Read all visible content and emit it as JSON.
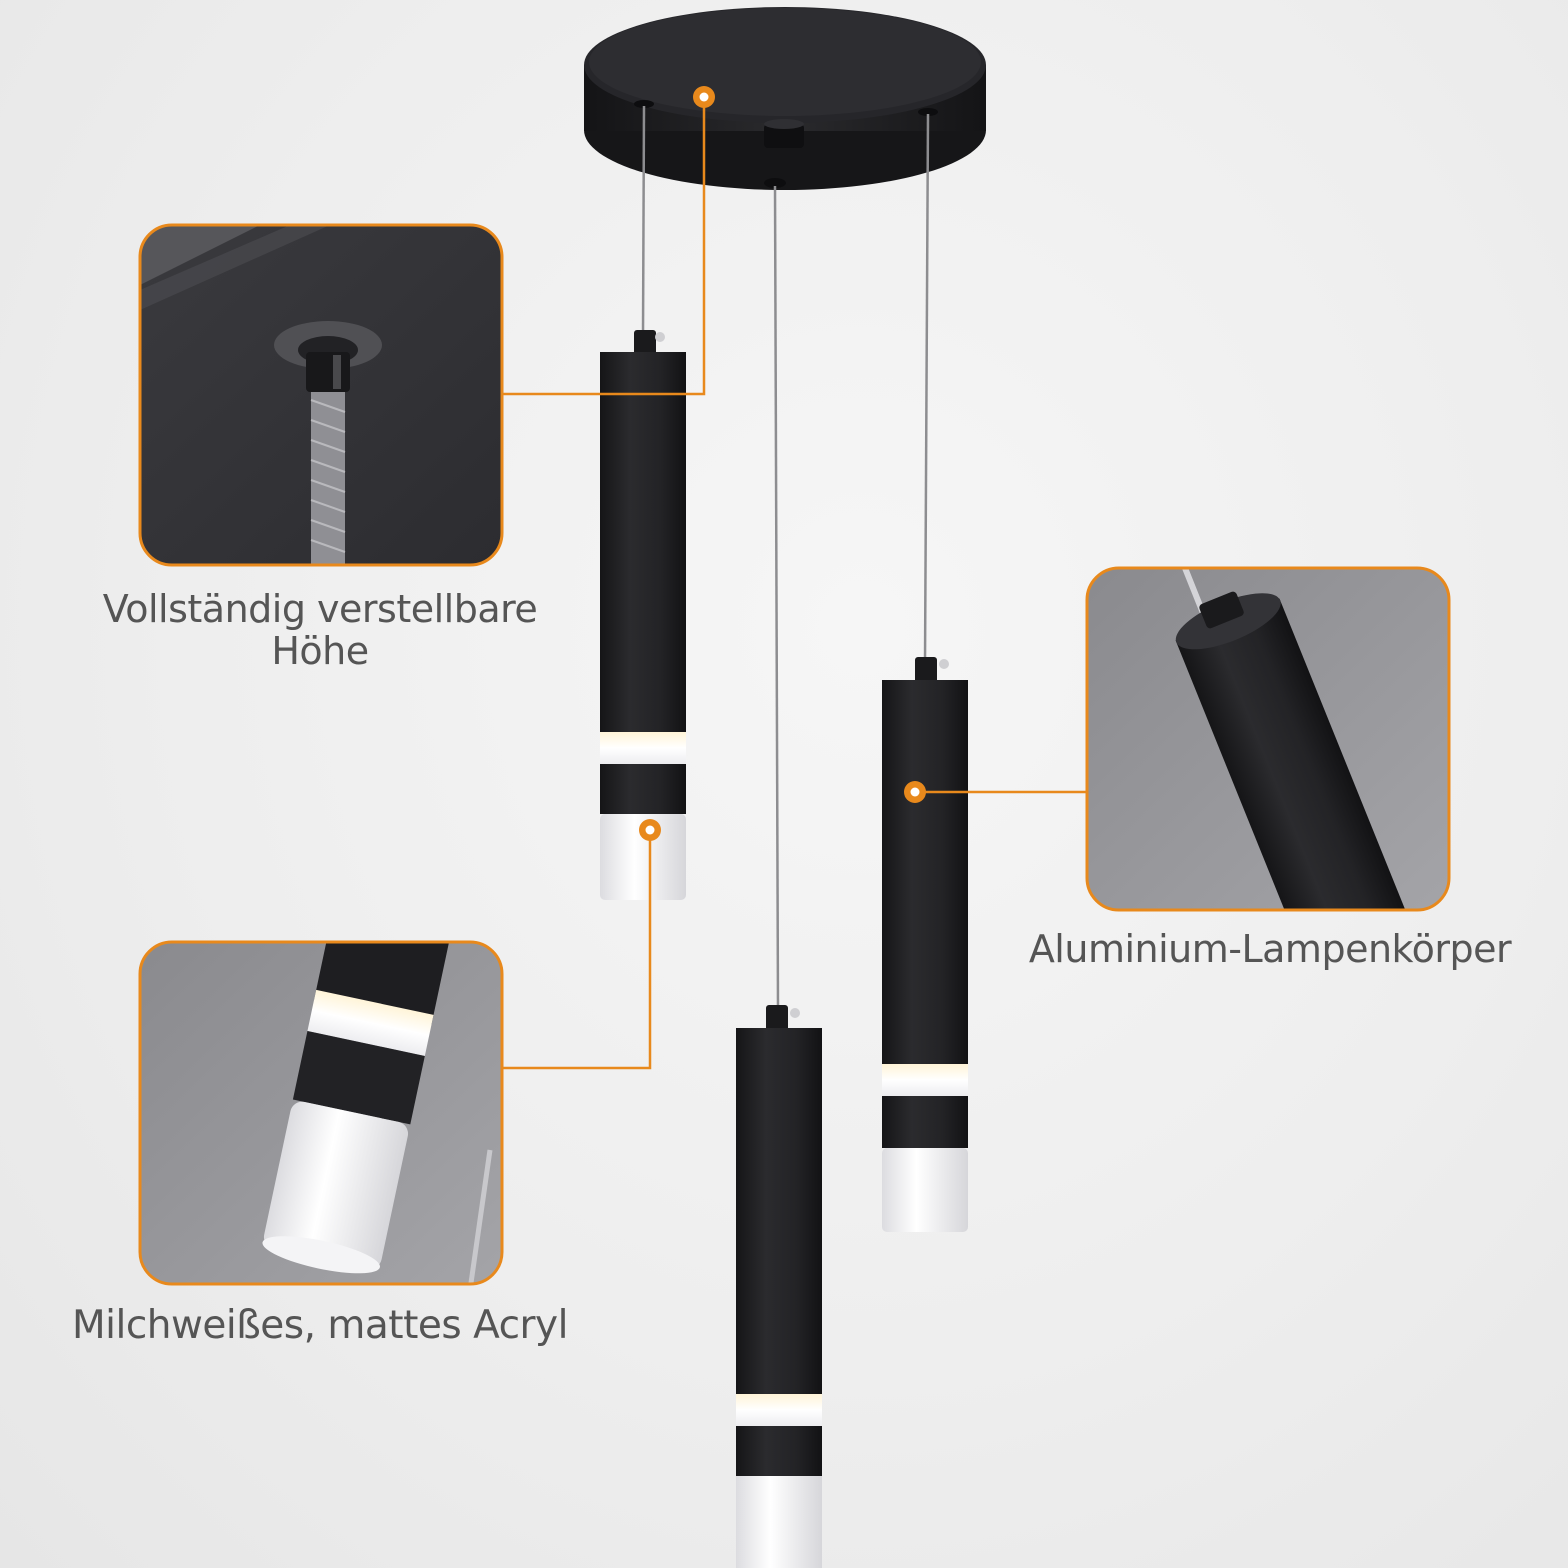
{
  "callouts": {
    "height": {
      "text_line1": "Vollständig verstellbare",
      "text_line2": "Höhe"
    },
    "acrylic": {
      "text": "Milchweißes, mattes Acryl"
    },
    "body": {
      "text": "Aluminium-Lampenkörper"
    }
  },
  "colors": {
    "accent": "#e8891c",
    "lamp_body": "#232325",
    "canopy": "#1e1e20",
    "background": "#eeeeee",
    "text": "#555555",
    "acrylic": "#f8f8fa"
  }
}
